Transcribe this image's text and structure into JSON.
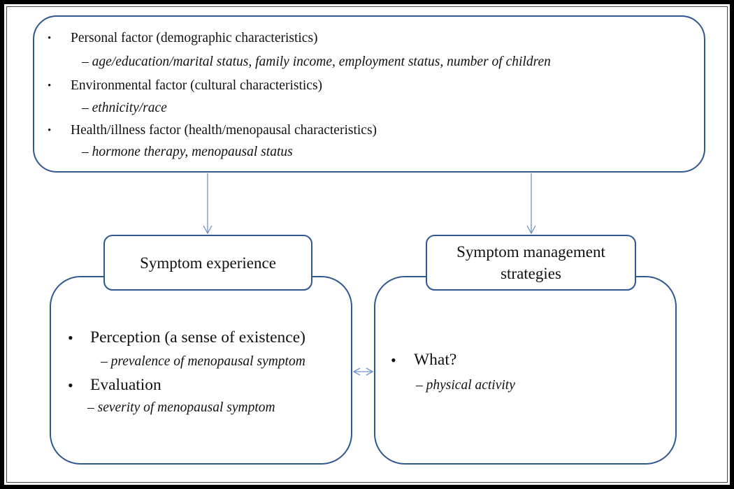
{
  "factors": [
    {
      "label": "Personal factor (demographic characteristics)",
      "detail": "– age/education/marital status, family income, employment status, number of children"
    },
    {
      "label": "Environmental factor (cultural characteristics)",
      "detail": "– ethnicity/race"
    },
    {
      "label": "Health/illness factor (health/menopausal characteristics)",
      "detail": "– hormone therapy, menopausal status"
    }
  ],
  "symptom_experience": {
    "title": "Symptom experience",
    "items": [
      {
        "label": "Perception (a sense of existence)",
        "detail": "– prevalence of menopausal symptom"
      },
      {
        "label": "Evaluation",
        "detail": "– severity of menopausal symptom"
      }
    ]
  },
  "symptom_management": {
    "title": "Symptom management strategies",
    "items": [
      {
        "label": "What?",
        "detail": "– physical activity"
      }
    ]
  },
  "colors": {
    "box_border": "#2f5790",
    "arrow": "#6f93c4",
    "frame": "#000000"
  },
  "bullet_glyph": "•"
}
